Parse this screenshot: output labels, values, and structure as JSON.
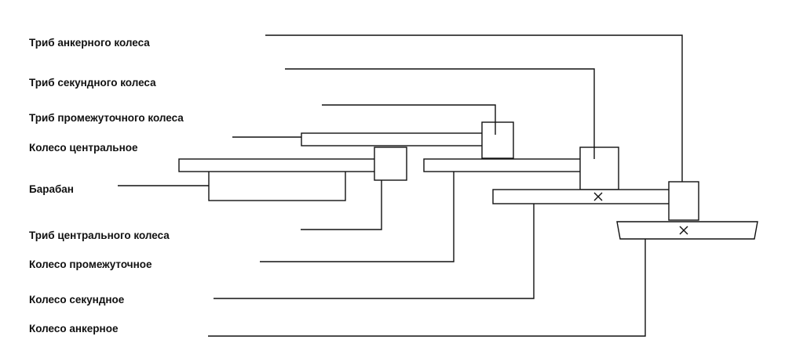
{
  "labels": {
    "escape_pinion": "Триб анкерного колеса",
    "seconds_pinion": "Триб секундного колеса",
    "third_pinion": "Триб промежуточного колеса",
    "center_wheel": "Колесо центральное",
    "barrel": "Барабан",
    "center_pinion": "Триб центрального колеса",
    "third_wheel": "Колесо промежуточное",
    "seconds_wheel": "Колесо секундное",
    "escape_wheel": "Колесо анкерное"
  },
  "colors": {
    "ink": "#111111",
    "background": "#ffffff"
  }
}
